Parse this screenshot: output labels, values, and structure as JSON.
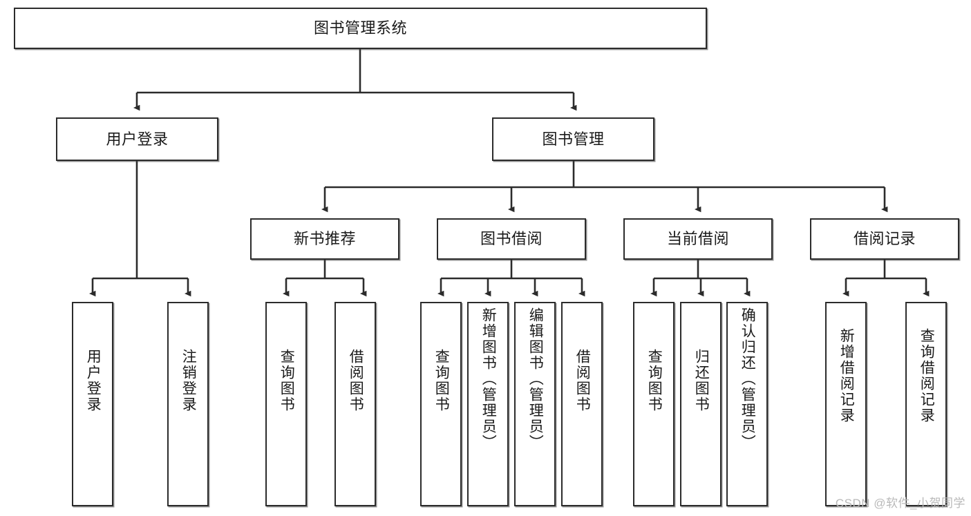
{
  "diagram": {
    "title": "图书管理系统",
    "watermark": "CSDN @软件_小贺同学",
    "nodes": {
      "root": {
        "label": "图书管理系统"
      },
      "user_login": {
        "label": "用户登录"
      },
      "book_manage": {
        "label": "图书管理"
      },
      "new_book_rec": {
        "label": "新书推荐"
      },
      "book_borrow": {
        "label": "图书借阅"
      },
      "current_borrow": {
        "label": "当前借阅"
      },
      "borrow_record": {
        "label": "借阅记录"
      },
      "leaf_user_login": {
        "label": "用户登录"
      },
      "leaf_logout": {
        "label": "注销登录"
      },
      "leaf_query_book_1": {
        "label": "查询图书"
      },
      "leaf_borrow_book_1": {
        "label": "借阅图书"
      },
      "leaf_query_book_2": {
        "label": "查询图书"
      },
      "leaf_add_book_admin": {
        "label": "新增图书（管理员）"
      },
      "leaf_edit_book_admin": {
        "label": "编辑图书（管理员）"
      },
      "leaf_borrow_book_2": {
        "label": "借阅图书"
      },
      "leaf_query_book_3": {
        "label": "查询图书"
      },
      "leaf_return_book": {
        "label": "归还图书"
      },
      "leaf_confirm_return_admin": {
        "label": "确认归还（管理员）"
      },
      "leaf_add_record": {
        "label": "新增借阅记录"
      },
      "leaf_query_record": {
        "label": "查询借阅记录"
      }
    },
    "colors": {
      "border": "#2b2b2b",
      "background": "#ffffff",
      "text": "#1a1a1a",
      "watermark": "#b9b9b9"
    }
  }
}
